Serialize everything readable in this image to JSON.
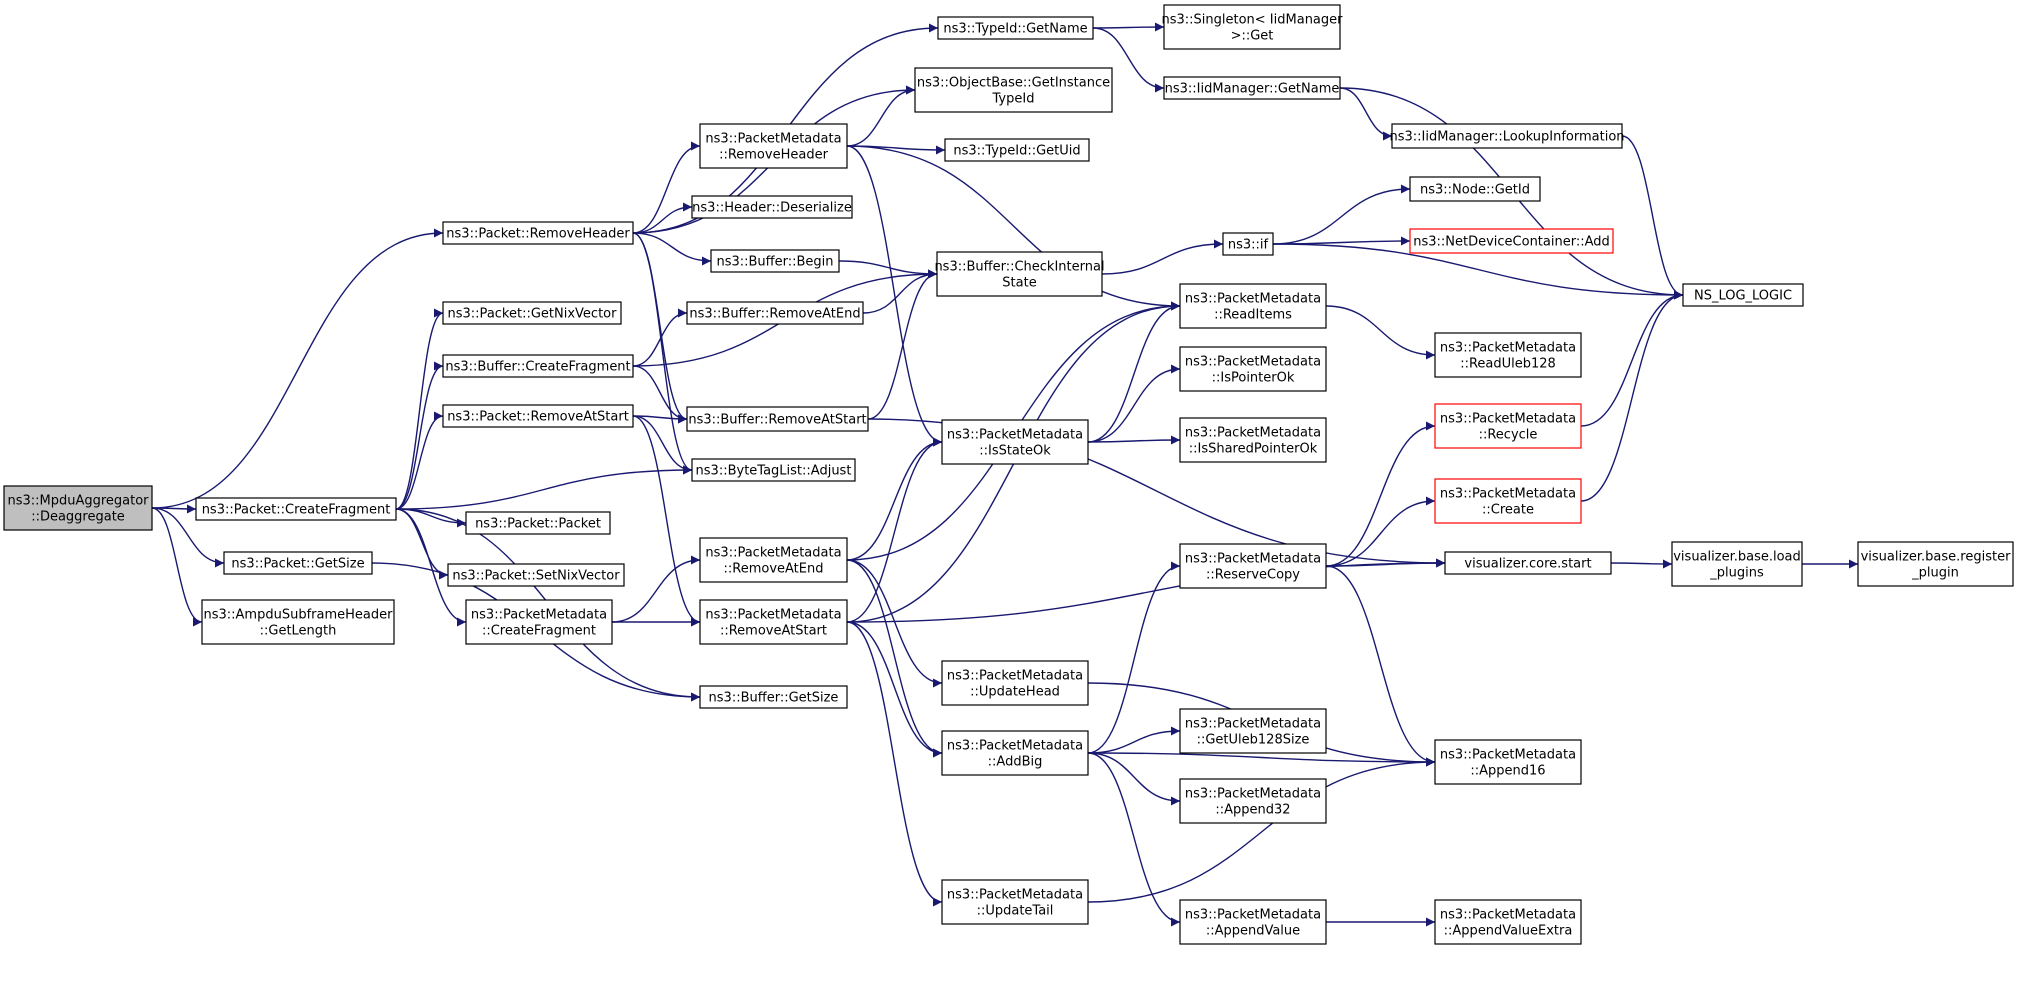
{
  "colors": {
    "edge": "#191970",
    "node_border": "#000000",
    "root_fill": "#bfbfbf",
    "truncated_border": "#ff0000"
  },
  "nodes": [
    {
      "id": "deagg",
      "lines": [
        "ns3::MpduAggregator",
        "::Deaggregate"
      ],
      "style": "root"
    },
    {
      "id": "createfrag",
      "lines": [
        "ns3::Packet::CreateFragment"
      ]
    },
    {
      "id": "pgetsize",
      "lines": [
        "ns3::Packet::GetSize"
      ]
    },
    {
      "id": "ampdu",
      "lines": [
        "ns3::AmpduSubframeHeader",
        "::GetLength"
      ]
    },
    {
      "id": "premhdr",
      "lines": [
        "ns3::Packet::RemoveHeader"
      ]
    },
    {
      "id": "getnix",
      "lines": [
        "ns3::Packet::GetNixVector"
      ]
    },
    {
      "id": "bcreatefrag",
      "lines": [
        "ns3::Buffer::CreateFragment"
      ]
    },
    {
      "id": "premstart",
      "lines": [
        "ns3::Packet::RemoveAtStart"
      ]
    },
    {
      "id": "ppacket",
      "lines": [
        "ns3::Packet::Packet"
      ]
    },
    {
      "id": "setnix",
      "lines": [
        "ns3::Packet::SetNixVector"
      ]
    },
    {
      "id": "pmcreatefrag",
      "lines": [
        "ns3::PacketMetadata",
        "::CreateFragment"
      ]
    },
    {
      "id": "tidgetname",
      "lines": [
        "ns3::TypeId::GetName"
      ]
    },
    {
      "id": "objbase",
      "lines": [
        "ns3::ObjectBase::GetInstance",
        "TypeId"
      ]
    },
    {
      "id": "pmremhdr",
      "lines": [
        "ns3::PacketMetadata",
        "::RemoveHeader"
      ]
    },
    {
      "id": "hdrdeser",
      "lines": [
        "ns3::Header::Deserialize"
      ]
    },
    {
      "id": "bbegin",
      "lines": [
        "ns3::Buffer::Begin"
      ]
    },
    {
      "id": "bremend",
      "lines": [
        "ns3::Buffer::RemoveAtEnd"
      ]
    },
    {
      "id": "bremstart",
      "lines": [
        "ns3::Buffer::RemoveAtStart"
      ]
    },
    {
      "id": "btagadjust",
      "lines": [
        "ns3::ByteTagList::Adjust"
      ]
    },
    {
      "id": "pmremend",
      "lines": [
        "ns3::PacketMetadata",
        "::RemoveAtEnd"
      ]
    },
    {
      "id": "pmremstart",
      "lines": [
        "ns3::PacketMetadata",
        "::RemoveAtStart"
      ]
    },
    {
      "id": "bgetsize",
      "lines": [
        "ns3::Buffer::GetSize"
      ]
    },
    {
      "id": "singleton",
      "lines": [
        "ns3::Singleton< IidManager",
        ">::Get"
      ]
    },
    {
      "id": "iidgetname",
      "lines": [
        "ns3::IidManager::GetName"
      ]
    },
    {
      "id": "getuid",
      "lines": [
        "ns3::TypeId::GetUid"
      ]
    },
    {
      "id": "bcheck",
      "lines": [
        "ns3::Buffer::CheckInternal",
        "State"
      ]
    },
    {
      "id": "isstateok",
      "lines": [
        "ns3::PacketMetadata",
        "::IsStateOk"
      ]
    },
    {
      "id": "updatehead",
      "lines": [
        "ns3::PacketMetadata",
        "::UpdateHead"
      ]
    },
    {
      "id": "addbig",
      "lines": [
        "ns3::PacketMetadata",
        "::AddBig"
      ]
    },
    {
      "id": "updatetail",
      "lines": [
        "ns3::PacketMetadata",
        "::UpdateTail"
      ]
    },
    {
      "id": "lookup",
      "lines": [
        "ns3::IidManager::LookupInformation"
      ]
    },
    {
      "id": "ns3if",
      "lines": [
        "ns3::if"
      ]
    },
    {
      "id": "readitems",
      "lines": [
        "ns3::PacketMetadata",
        "::ReadItems"
      ]
    },
    {
      "id": "ispointerok",
      "lines": [
        "ns3::PacketMetadata",
        "::IsPointerOk"
      ]
    },
    {
      "id": "issharedok",
      "lines": [
        "ns3::PacketMetadata",
        "::IsSharedPointerOk"
      ]
    },
    {
      "id": "reservecopy",
      "lines": [
        "ns3::PacketMetadata",
        "::ReserveCopy"
      ]
    },
    {
      "id": "getuleb",
      "lines": [
        "ns3::PacketMetadata",
        "::GetUleb128Size"
      ]
    },
    {
      "id": "append32",
      "lines": [
        "ns3::PacketMetadata",
        "::Append32"
      ]
    },
    {
      "id": "appendvalue",
      "lines": [
        "ns3::PacketMetadata",
        "::AppendValue"
      ]
    },
    {
      "id": "nodegetid",
      "lines": [
        "ns3::Node::GetId"
      ]
    },
    {
      "id": "ndcadd",
      "lines": [
        "ns3::NetDeviceContainer::Add"
      ],
      "style": "red"
    },
    {
      "id": "readuleb",
      "lines": [
        "ns3::PacketMetadata",
        "::ReadUleb128"
      ]
    },
    {
      "id": "recycle",
      "lines": [
        "ns3::PacketMetadata",
        "::Recycle"
      ],
      "style": "red"
    },
    {
      "id": "pmcreate",
      "lines": [
        "ns3::PacketMetadata",
        "::Create"
      ],
      "style": "red"
    },
    {
      "id": "vcorestart",
      "lines": [
        "visualizer.core.start"
      ]
    },
    {
      "id": "append16",
      "lines": [
        "ns3::PacketMetadata",
        "::Append16"
      ]
    },
    {
      "id": "appendextra",
      "lines": [
        "ns3::PacketMetadata",
        "::AppendValueExtra"
      ]
    },
    {
      "id": "nslog",
      "lines": [
        "NS_LOG_LOGIC"
      ]
    },
    {
      "id": "vloadplugins",
      "lines": [
        "visualizer.base.load",
        "_plugins"
      ]
    },
    {
      "id": "vregplugin",
      "lines": [
        "visualizer.base.register",
        "_plugin"
      ]
    }
  ],
  "edges": [
    [
      "deagg",
      "createfrag"
    ],
    [
      "deagg",
      "pgetsize"
    ],
    [
      "deagg",
      "ampdu"
    ],
    [
      "deagg",
      "premhdr"
    ],
    [
      "createfrag",
      "getnix"
    ],
    [
      "createfrag",
      "bcreatefrag"
    ],
    [
      "createfrag",
      "premstart"
    ],
    [
      "createfrag",
      "ppacket"
    ],
    [
      "createfrag",
      "setnix"
    ],
    [
      "createfrag",
      "pmcreatefrag"
    ],
    [
      "createfrag",
      "btagadjust"
    ],
    [
      "createfrag",
      "bgetsize"
    ],
    [
      "pgetsize",
      "bgetsize"
    ],
    [
      "premhdr",
      "tidgetname"
    ],
    [
      "premhdr",
      "objbase"
    ],
    [
      "premhdr",
      "pmremhdr"
    ],
    [
      "premhdr",
      "hdrdeser"
    ],
    [
      "premhdr",
      "bbegin"
    ],
    [
      "premhdr",
      "bremstart"
    ],
    [
      "premhdr",
      "btagadjust"
    ],
    [
      "bcreatefrag",
      "bremend"
    ],
    [
      "bcreatefrag",
      "bremstart"
    ],
    [
      "bcreatefrag",
      "bcheck"
    ],
    [
      "premstart",
      "bremstart"
    ],
    [
      "premstart",
      "btagadjust"
    ],
    [
      "premstart",
      "pmremstart"
    ],
    [
      "pmcreatefrag",
      "pmremend"
    ],
    [
      "pmcreatefrag",
      "pmremstart"
    ],
    [
      "tidgetname",
      "singleton"
    ],
    [
      "tidgetname",
      "iidgetname"
    ],
    [
      "pmremhdr",
      "objbase"
    ],
    [
      "pmremhdr",
      "getuid"
    ],
    [
      "pmremhdr",
      "isstateok"
    ],
    [
      "pmremhdr",
      "readitems"
    ],
    [
      "bbegin",
      "bcheck"
    ],
    [
      "bremend",
      "bcheck"
    ],
    [
      "bremstart",
      "bcheck"
    ],
    [
      "bremstart",
      "vcorestart"
    ],
    [
      "pmremend",
      "isstateok"
    ],
    [
      "pmremend",
      "readitems"
    ],
    [
      "pmremend",
      "updatehead"
    ],
    [
      "pmremend",
      "addbig"
    ],
    [
      "pmremstart",
      "isstateok"
    ],
    [
      "pmremstart",
      "readitems"
    ],
    [
      "pmremstart",
      "addbig"
    ],
    [
      "pmremstart",
      "updatetail"
    ],
    [
      "pmremstart",
      "vcorestart"
    ],
    [
      "iidgetname",
      "lookup"
    ],
    [
      "iidgetname",
      "nslog"
    ],
    [
      "bcheck",
      "ns3if"
    ],
    [
      "isstateok",
      "readitems"
    ],
    [
      "isstateok",
      "ispointerok"
    ],
    [
      "isstateok",
      "issharedok"
    ],
    [
      "updatehead",
      "append16"
    ],
    [
      "addbig",
      "reservecopy"
    ],
    [
      "addbig",
      "getuleb"
    ],
    [
      "addbig",
      "append32"
    ],
    [
      "addbig",
      "appendvalue"
    ],
    [
      "addbig",
      "append16"
    ],
    [
      "updatetail",
      "append16"
    ],
    [
      "lookup",
      "nslog"
    ],
    [
      "ns3if",
      "nodegetid"
    ],
    [
      "ns3if",
      "ndcadd"
    ],
    [
      "ns3if",
      "nslog"
    ],
    [
      "readitems",
      "readuleb"
    ],
    [
      "reservecopy",
      "recycle"
    ],
    [
      "reservecopy",
      "pmcreate"
    ],
    [
      "reservecopy",
      "vcorestart"
    ],
    [
      "reservecopy",
      "append16"
    ],
    [
      "appendvalue",
      "appendextra"
    ],
    [
      "recycle",
      "nslog"
    ],
    [
      "pmcreate",
      "nslog"
    ],
    [
      "vcorestart",
      "vloadplugins"
    ],
    [
      "vloadplugins",
      "vregplugin"
    ]
  ]
}
